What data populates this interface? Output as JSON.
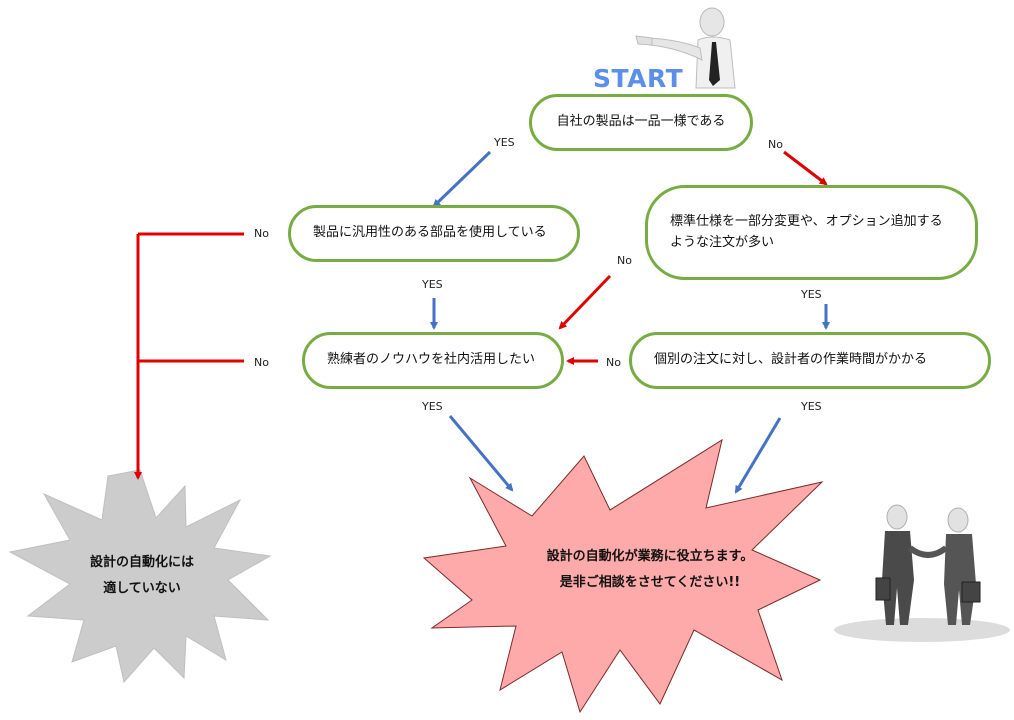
{
  "start_label": "START",
  "nodes": {
    "q1": "自社の製品は一品一様である",
    "q2": "製品に汎用性のある部品を使用している",
    "q3": "標準仕様を一部分変更や、オプション追加するような注文が多い",
    "q4": "熟練者のノウハウを社内活用したい",
    "q5": "個別の注文に対し、設計者の作業時間がかかる"
  },
  "edge_labels": {
    "q1_yes": "YES",
    "q1_no": "No",
    "q2_no": "No",
    "q2_yes": "YES",
    "q3_no": "No",
    "q3_yes": "YES",
    "q4_no": "No",
    "q5_no": "No",
    "q4_yes": "YES",
    "q5_yes": "YES"
  },
  "outcomes": {
    "not_suitable_line1": "設計の自動化には",
    "not_suitable_line2": "適していない",
    "suitable_line1": "設計の自動化が業務に役立ちます。",
    "suitable_line2": "是非ご相談をさせてください!!"
  },
  "colors": {
    "yes_arrow": "#4472c4",
    "no_arrow": "#e00000",
    "node_border": "#77ac43",
    "start_text": "#5b8fea",
    "burst_pink": "#ffaaaa",
    "burst_gray": "#cccccc"
  }
}
